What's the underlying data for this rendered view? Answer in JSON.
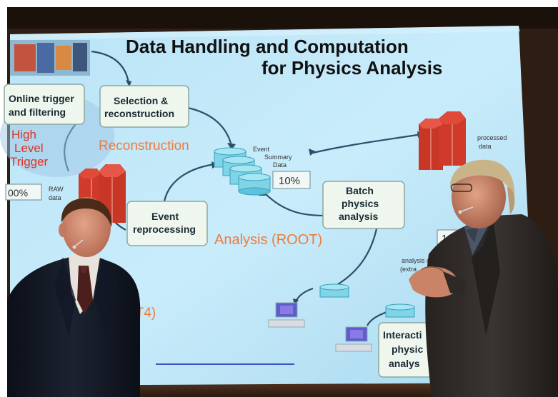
{
  "slide": {
    "title_line1": "Data Handling and Computation",
    "title_line2": "for Physics Analysis",
    "boxes": {
      "online_trigger_1": "Online trigger",
      "online_trigger_2": "and filtering",
      "selection_1": "Selection &",
      "selection_2": "reconstruction",
      "event_reproc_1": "Event",
      "event_reproc_2": "reprocessing",
      "batch_1": "Batch",
      "batch_2": "physics",
      "batch_3": "analysis",
      "interactive_1": "Interacti",
      "interactive_2": "physic",
      "interactive_3": "analys"
    },
    "labels": {
      "high": "High",
      "level": "Level",
      "trigger": "Trigger",
      "reconstruction": "Reconstruction",
      "analysis_root": "Analysis (ROOT)",
      "geant": "NT4)",
      "raw_1": "RAW",
      "raw_2": "data",
      "pct_100": "00%",
      "pct_10": "10%",
      "pct_1": "1%",
      "esd_1": "Event",
      "esd_2": "Summary",
      "esd_3": "Data",
      "processed_1": "processed",
      "processed_2": "data",
      "analysis_obj_1": "analysis obj",
      "analysis_obj_2": "(extra"
    }
  },
  "colors": {
    "slide_bg": "#bfe6f8",
    "box_fill": "#eef6ee",
    "title": "#111111",
    "accent_red": "#e0321e",
    "orange_text": "#f07a3c",
    "cylinder": "#7fd4e6",
    "stage_dark": "#2a1d14"
  }
}
